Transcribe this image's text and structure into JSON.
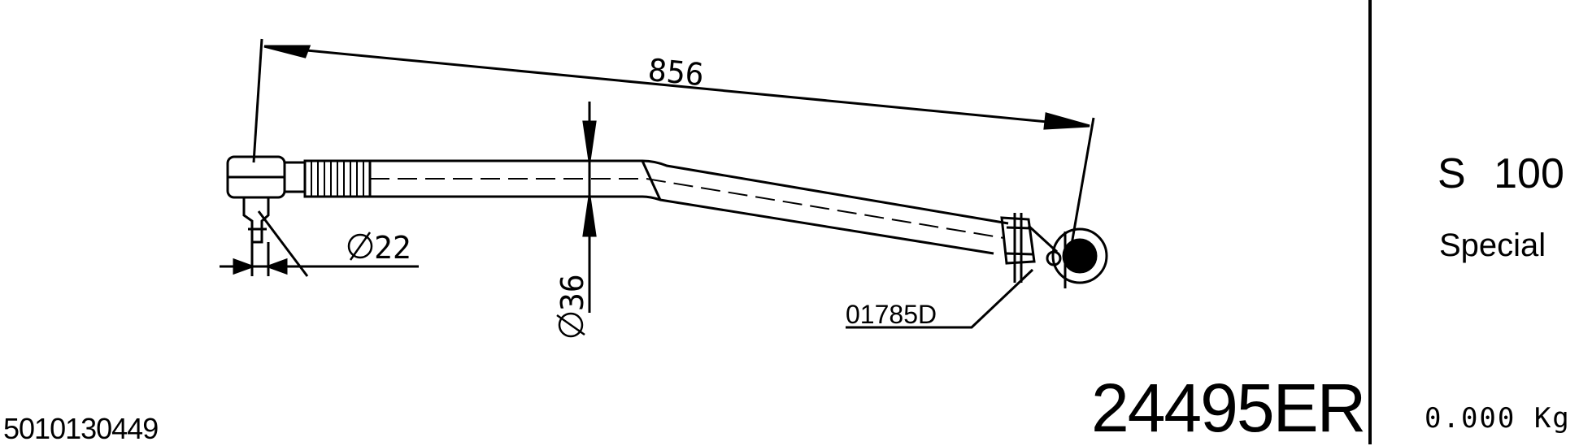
{
  "drawing": {
    "dimensions": {
      "overall_length": "856",
      "ball_stud_diameter": "22",
      "tube_diameter": "36"
    },
    "callout": {
      "part_ref": "01785D"
    }
  },
  "title_block": {
    "part_number": "24495ER",
    "article_number": "5010130449",
    "model": "S 100",
    "variant": "Special",
    "weight": "0.000 Kg"
  }
}
